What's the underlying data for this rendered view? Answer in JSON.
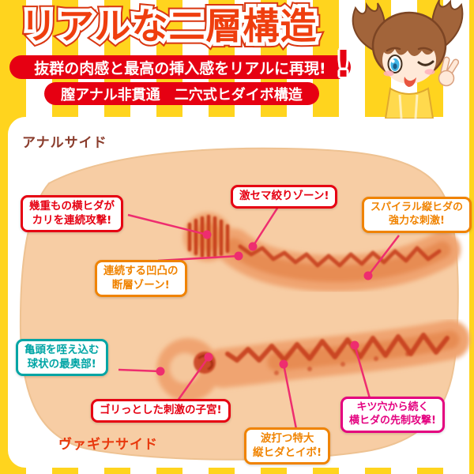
{
  "header": {
    "title": "リアルな二層構造",
    "subtitle": "抜群の肉感と最高の挿入感をリアルに再現!",
    "exclamation": "!",
    "feature_banner": "膣アナル非貫通　二穴式ヒダイボ構造"
  },
  "diagram": {
    "anal_side_label": "アナルサイド",
    "vagina_side_label": "ヴァギナサイド",
    "callouts": [
      {
        "text": "幾重もの横ヒダが\nカリを連続攻撃!",
        "color": "#e60012"
      },
      {
        "text": "激セマ絞りゾーン!",
        "color": "#e60012"
      },
      {
        "text": "スパイラル縦ヒダの\n強力な刺激!",
        "color": "#f08300"
      },
      {
        "text": "連続する凹凸の\n断層ゾーン!",
        "color": "#f08300"
      },
      {
        "text": "亀頭を咥え込む\n球状の最奥部!",
        "color": "#00a5a5"
      },
      {
        "text": "ゴリっとした刺激の子宮!",
        "color": "#e60012"
      },
      {
        "text": "波打つ特大\n縦ヒダとイボ!",
        "color": "#f08300"
      },
      {
        "text": "キツ穴から続く\n横ヒダの先制攻撃!",
        "color": "#e4007f"
      }
    ]
  },
  "colors": {
    "stripe_yellow": "#ffd41e",
    "banner_red": "#e60012",
    "title_red": "#ef3e0e",
    "flesh": "#f7cda4",
    "canal": "#f0a471",
    "texture_red": "#c8401c",
    "leader_pink": "#ee2d6f",
    "anal_label_brown": "#8a3c2c",
    "vagina_label_red": "#e8380d"
  },
  "mascot": {
    "name": "anime-girl-mascot"
  }
}
